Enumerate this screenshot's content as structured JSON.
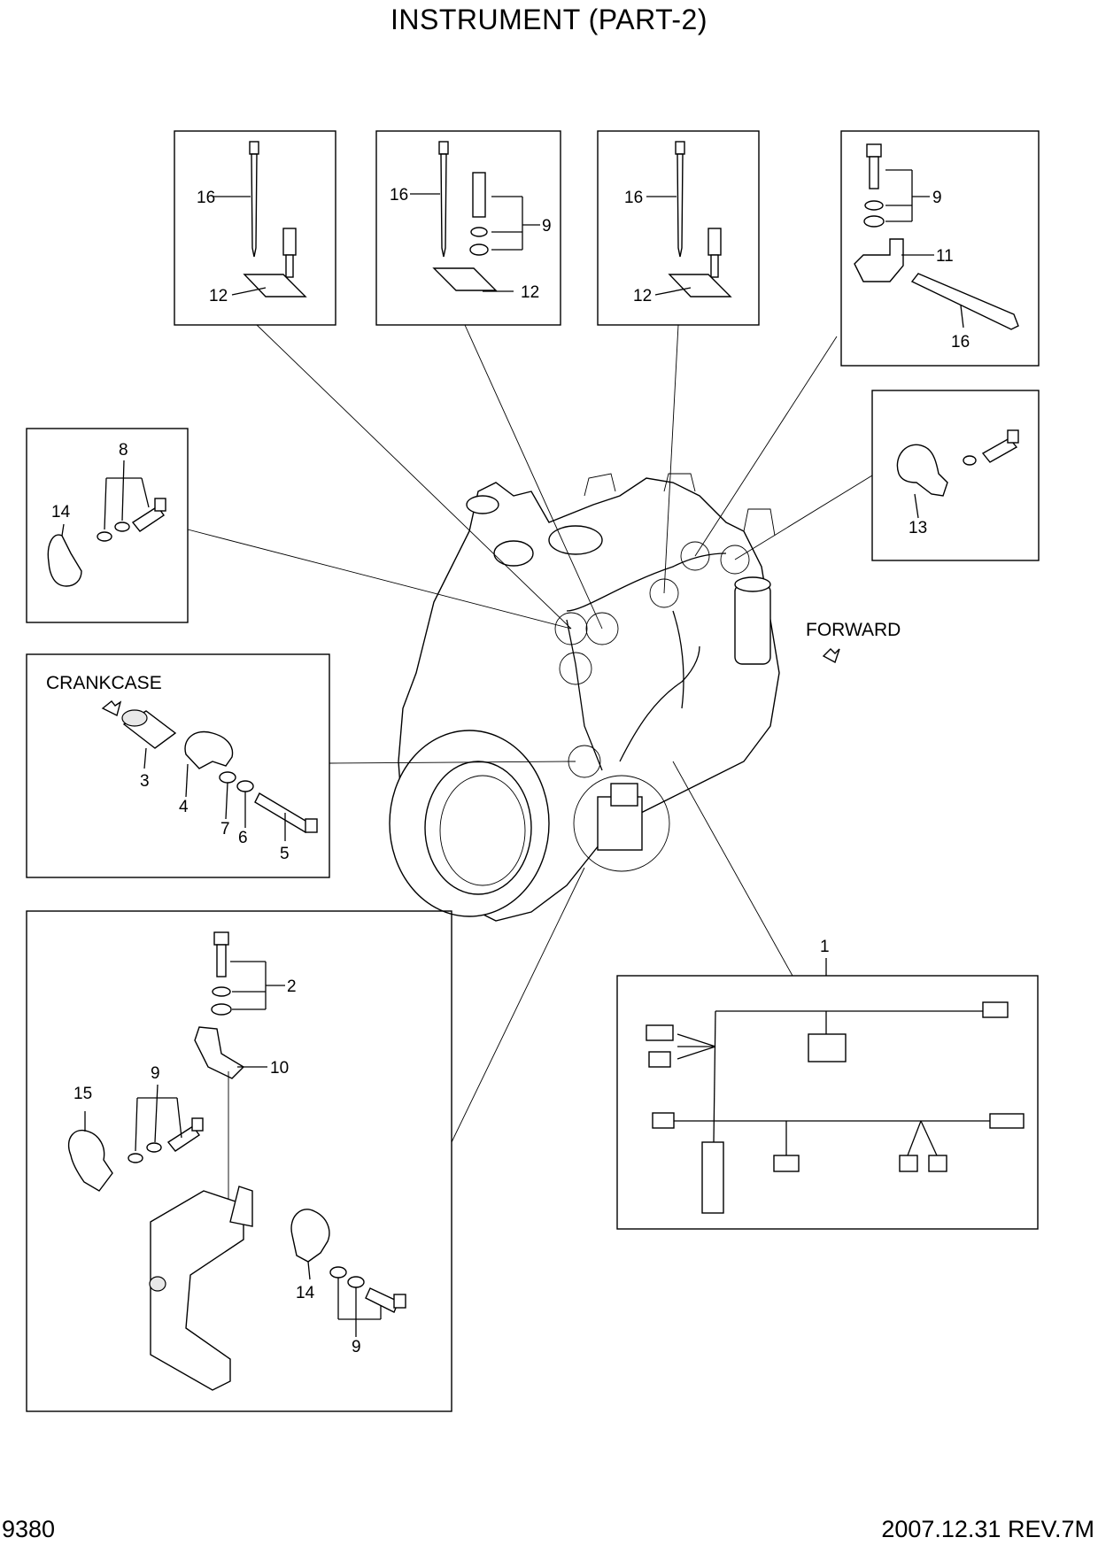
{
  "header": {
    "title": "INSTRUMENT (PART-2)"
  },
  "footer": {
    "page_number": "9380",
    "revision": "2007.12.31  REV.7M"
  },
  "diagram": {
    "directions": {
      "forward": "FORWARD",
      "crankcase": "CRANKCASE"
    },
    "detail_1": {
      "labels": [
        "16",
        "12"
      ]
    },
    "detail_2": {
      "labels": [
        "16",
        "9",
        "12"
      ]
    },
    "detail_3": {
      "labels": [
        "16",
        "12"
      ]
    },
    "detail_4": {
      "labels": [
        "9",
        "11",
        "16"
      ]
    },
    "detail_5": {
      "labels": [
        "13"
      ]
    },
    "detail_6": {
      "labels": [
        "8",
        "14"
      ]
    },
    "detail_7": {
      "labels": [
        "3",
        "4",
        "7",
        "6",
        "5"
      ]
    },
    "detail_8": {
      "labels": [
        "2",
        "10",
        "9",
        "15",
        "14",
        "9"
      ]
    },
    "detail_9": {
      "labels": [
        "1"
      ]
    }
  }
}
